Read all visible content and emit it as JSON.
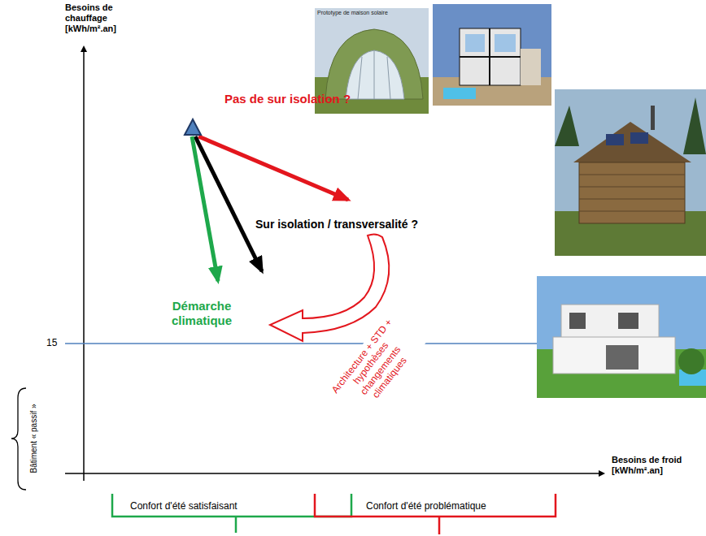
{
  "diagram": {
    "labels": [
      "Besoins de chauffage [kWh/m².an]",
      "Prototype de maison solaire",
      "Pas de sur isolation ?",
      "Sur isolation / transversalité ?",
      "Démarche climatique",
      "Architecture + STD + hypothèses changements climatiques",
      "15",
      "Bâtiment « passif »",
      "Besoins de froid [kWh/m².an]",
      "Confort d'été satisfaisant",
      "Confort d'été problématique"
    ]
  }
}
